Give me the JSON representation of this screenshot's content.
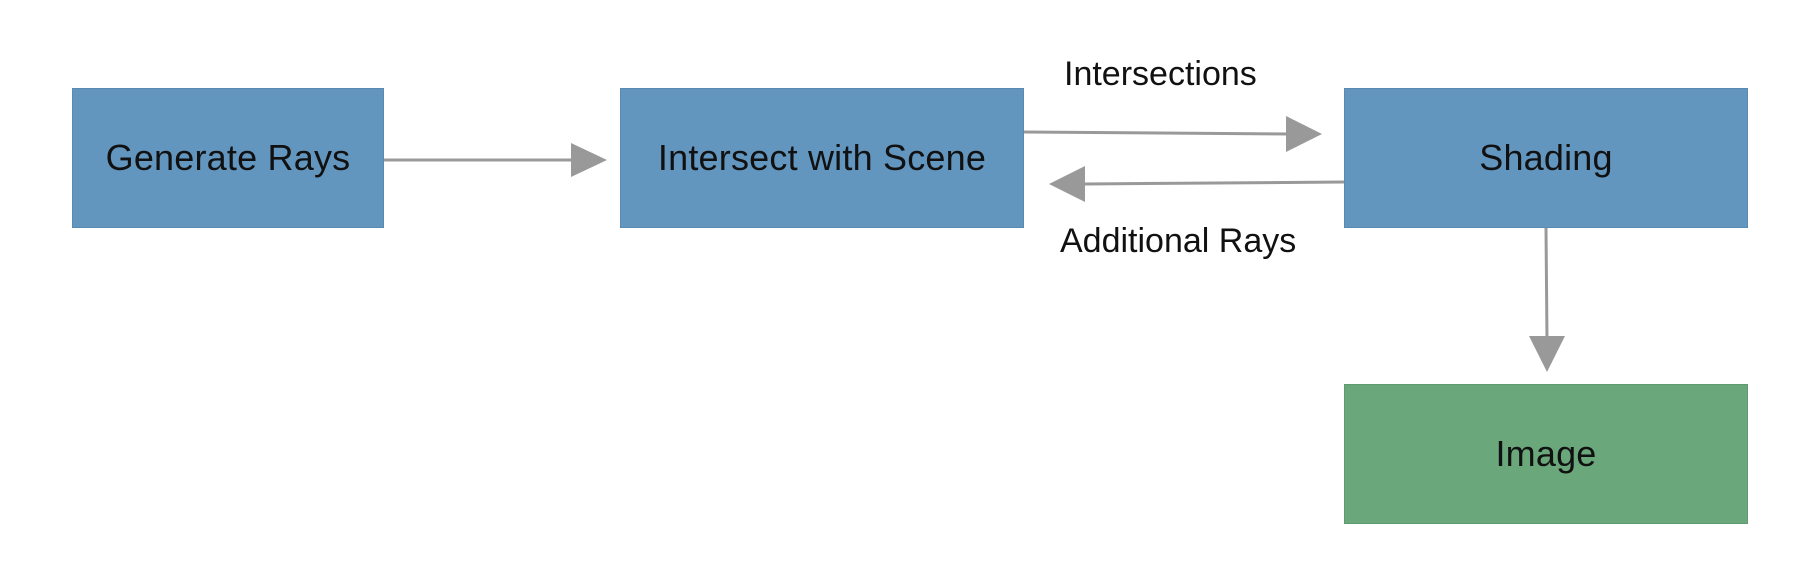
{
  "colors": {
    "process_node": "#6396bf",
    "process_border": "#5a8ab0",
    "output_node": "#6aa87c",
    "output_border": "#5f9a70",
    "arrow": "#999999",
    "text": "#111111"
  },
  "nodes": {
    "generate_rays": "Generate Rays",
    "intersect_scene": "Intersect with Scene",
    "shading": "Shading",
    "image": "Image"
  },
  "edges": {
    "intersections": "Intersections",
    "additional_rays": "Additional Rays"
  }
}
